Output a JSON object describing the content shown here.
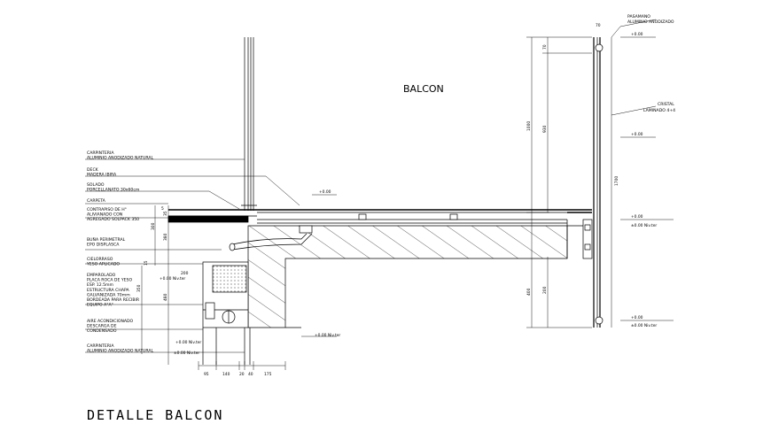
{
  "drawing": {
    "title": "DETALLE BALCON",
    "space_label": "BALCON"
  },
  "left_labels": [
    [
      "CARPINTERIA",
      "ALUMINIO ANODIZADO NATURAL"
    ],
    [
      "DECK",
      "MADERA IBIRA"
    ],
    [
      "SOLADO",
      "PORCELLANATO 30x60cm"
    ],
    [
      "CARPETA"
    ],
    [
      "CONTRAPISO DE H°",
      "ALIVIANADO CON",
      "AGREGADO SOLPACK 350"
    ],
    [
      "BUÑA PERIMETRAL",
      "EPO DISPLASCA"
    ],
    [
      "CIELORRASO",
      "YESO APLICADO"
    ],
    [
      "EMPAROLADO",
      "PLACA ROCA DE YESO",
      "ESP. 12.5mm",
      "ESTRUCTURA CHAPA",
      "GALVANIZADA 70mm",
      "BORDEADA PARA RECIBIR",
      "EQUIPO A°A°"
    ],
    [
      "AIRE ACONDICIONADO",
      "DESCARGA DE",
      "CONDENSADO"
    ],
    [
      "CARPINTERIA",
      "ALUMINIO ANODIZADO NATURAL"
    ]
  ],
  "right_labels": {
    "pasamano": [
      "PASAMANO",
      "ALUMINIO ANODIZADO"
    ],
    "cristal": [
      "CRISTAL",
      "LAMINADO 4+4"
    ]
  },
  "levels": {
    "top": "+0.00",
    "mid": "+0.00",
    "floor": "+0.00",
    "floor_nivel": "±0.00 Niv.ter",
    "bottom": "+0.00",
    "bottom_nivel": "±0.00 Niv.ter",
    "deck": "+0.00",
    "ceiling": "+0.00 Niv.ter",
    "left_lower": "+0.00 Niv.ter",
    "left_low_small": "+0.00 Niv.ter",
    "left_bottom": "±0.00 Niv.ter"
  },
  "dims": {
    "bottom": [
      "95",
      "140",
      "20",
      "40",
      "175"
    ],
    "vertical_left": [
      "35",
      "380",
      "480",
      "15",
      "300"
    ],
    "vertical_right": [
      "70",
      "1000",
      "930",
      "1700",
      "200",
      "400"
    ],
    "top_small": "70",
    "left_small": [
      "5",
      "350",
      "200"
    ]
  }
}
